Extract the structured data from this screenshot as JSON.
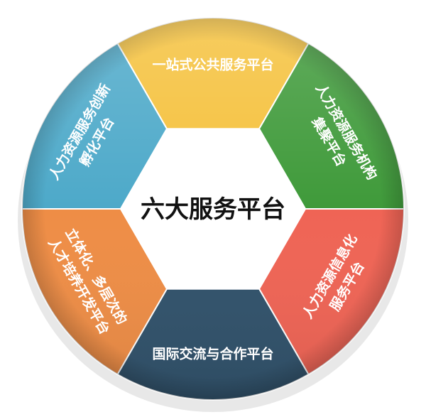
{
  "center": {
    "title": "六大服务平台"
  },
  "segments": [
    {
      "id": "top",
      "color": "#f5c13c",
      "lines": [
        "一站式公共服务平台"
      ]
    },
    {
      "id": "upper-right",
      "color": "#3f9a3a",
      "lines": [
        "人力资源服务机构",
        "集聚平台"
      ]
    },
    {
      "id": "lower-right",
      "color": "#ef6455",
      "lines": [
        "人力资源信息化",
        "服务平台"
      ]
    },
    {
      "id": "bottom",
      "color": "#31526b",
      "lines": [
        "国际交流与合作平台"
      ]
    },
    {
      "id": "lower-left",
      "color": "#ee8d46",
      "lines": [
        "立体化、多层次的",
        "人才培养开发平台"
      ]
    },
    {
      "id": "upper-left",
      "color": "#4da9c9",
      "lines": [
        "人力资源服务创新",
        "孵化平台"
      ]
    }
  ]
}
